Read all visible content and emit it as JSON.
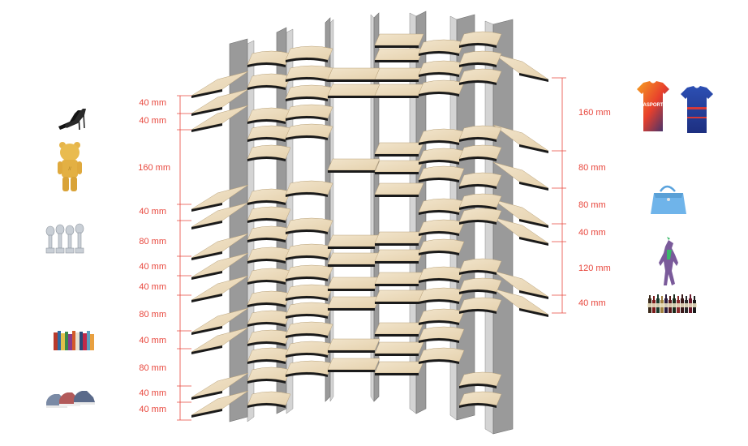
{
  "left_dimensions": [
    "40 mm",
    "40 mm",
    "160 mm",
    "40 mm",
    "80 mm",
    "40 mm",
    "40 mm",
    "80 mm",
    "40 mm",
    "80 mm",
    "40 mm",
    "40 mm"
  ],
  "right_dimensions": [
    "160 mm",
    "80 mm",
    "80 mm",
    "40 mm",
    "120 mm",
    "40 mm"
  ],
  "jersey_brand": "EASPORTS",
  "items": {
    "left": [
      "high-heels-icon",
      "bearbrick-figure-icon",
      "trophies-icon",
      "books-icon",
      "sneakers-icon"
    ],
    "right": [
      "football-jerseys-icon",
      "handbag-icon",
      "action-figure-icon",
      "bottles-icon"
    ]
  },
  "colors": {
    "dimension": "#e8463c",
    "shelf_top": "#ecdcc0",
    "shelf_edge": "#1a1a1a",
    "panel_front": "#9a9a9a",
    "panel_side": "#d4d4d4"
  }
}
